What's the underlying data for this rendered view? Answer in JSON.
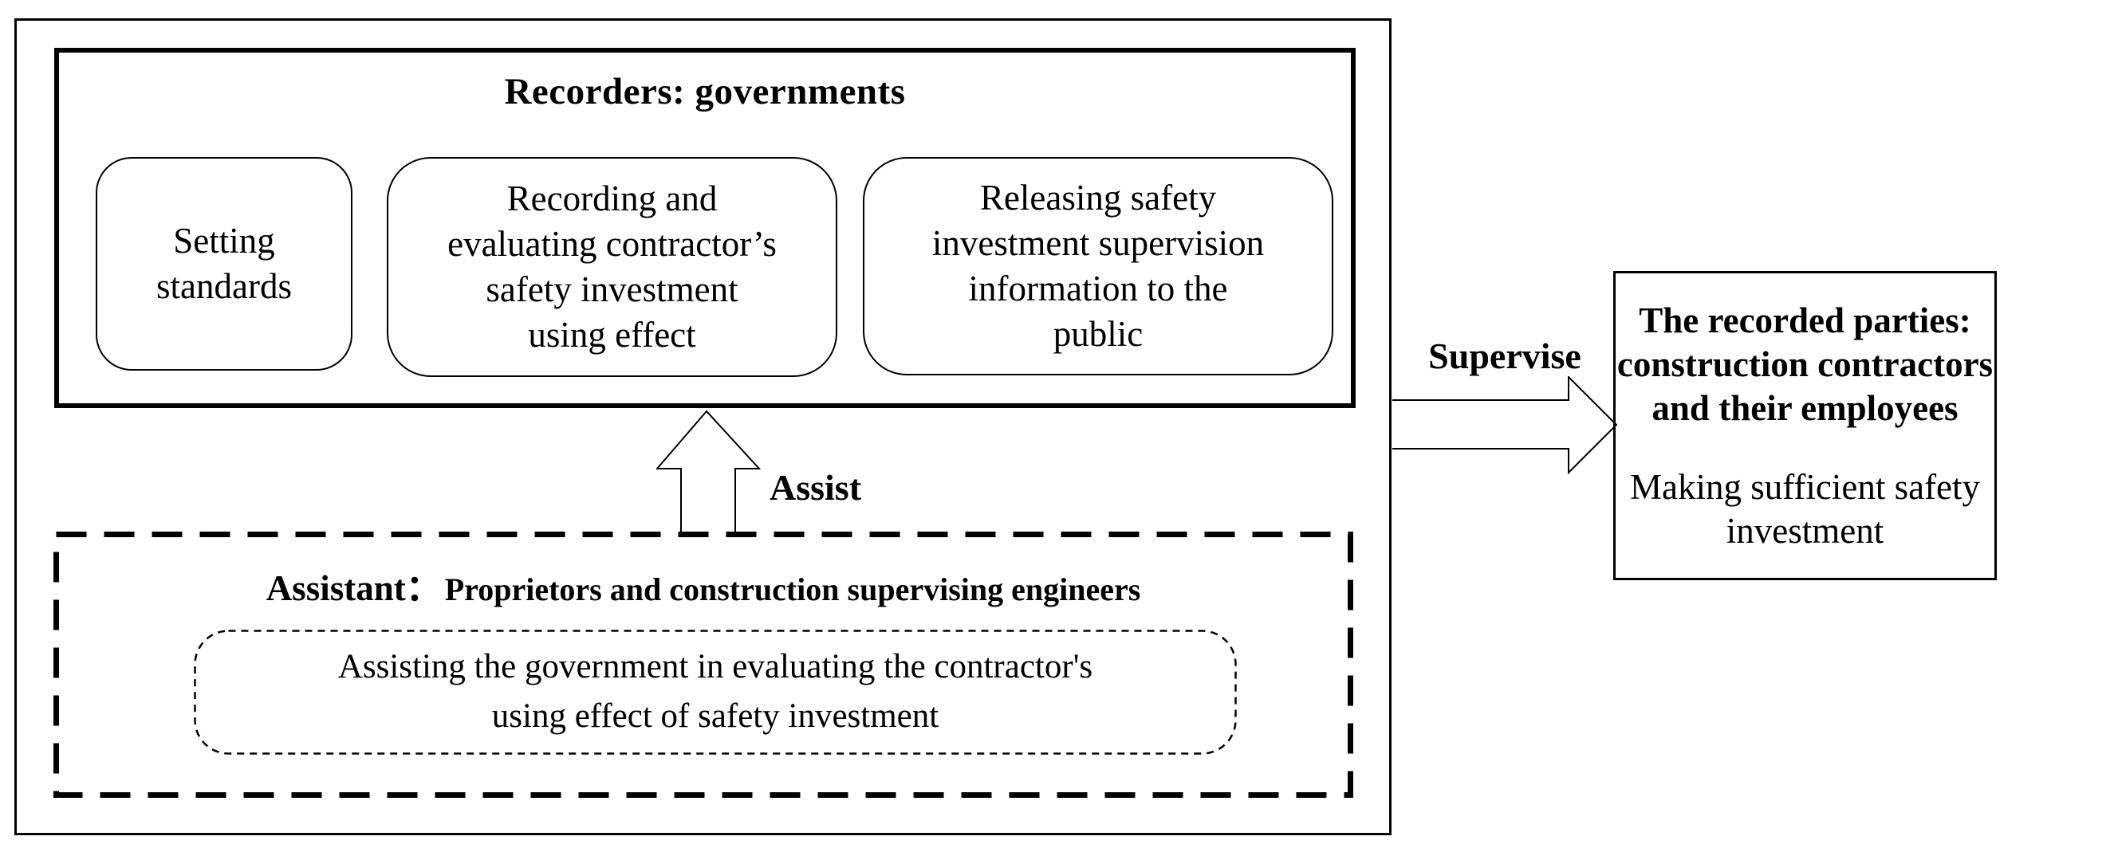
{
  "recorders": {
    "title": "Recorders: governments",
    "functions": [
      {
        "lines": [
          "Setting",
          "standards"
        ]
      },
      {
        "lines": [
          "Recording and",
          "evaluating contractor’s",
          "safety investment",
          "using effect"
        ]
      },
      {
        "lines": [
          "Releasing safety",
          "investment supervision",
          "information to the",
          "public"
        ]
      }
    ]
  },
  "assist": {
    "label": "Assist"
  },
  "assistant": {
    "role": "Assistant：",
    "members": "Proprietors and construction supervising engineers",
    "task_lines": [
      "Assisting the government in evaluating the contractor's",
      "using effect of safety investment"
    ]
  },
  "supervise": {
    "label": "Supervise"
  },
  "recorded_parties": {
    "heading_lines": [
      "The recorded parties:",
      "construction contractors",
      "and their employees"
    ],
    "action_lines": [
      "Making sufficient safety",
      "investment"
    ]
  },
  "colors": {
    "ink": "#000000",
    "background": "#ffffff"
  }
}
